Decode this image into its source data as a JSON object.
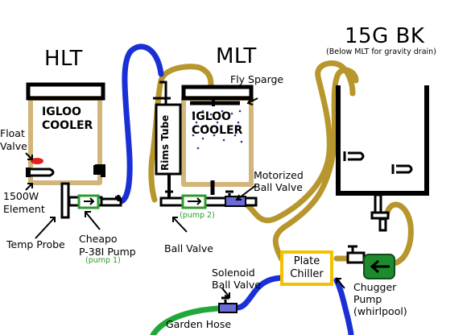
{
  "vessels": {
    "hlt": {
      "title": "HLT",
      "cooler_label": "IGLOO\nCOOLER"
    },
    "mlt": {
      "title": "MLT",
      "cooler_label": "IGLOO\nCOOLER"
    },
    "bk": {
      "title": "15G BK",
      "subtitle": "(Below MLT for gravity drain)"
    }
  },
  "components": {
    "float_valve": "Float\nValve",
    "element": "1500W\nElement",
    "temp_probe": "Temp Probe",
    "cheapo_pump": "Cheapo\nP-38I Pump",
    "pump1": "(pump 1)",
    "pump2": "(pump 2)",
    "ball_valve": "Ball Valve",
    "rims_tube": "Rims Tube",
    "fly_sparge": "Fly Sparge",
    "motorized_valve": "Motorized\nBall Valve",
    "plate_chiller": "Plate\nChiller",
    "solenoid_valve": "Solenoid\nBall Valve",
    "garden_hose": "Garden Hose",
    "chugger_pump": "Chugger\nPump\n(whirlpool)"
  },
  "colors": {
    "cold_water": "#1a2fd6",
    "wort": "#b8962e",
    "hose": "#22a83a",
    "pump_green": "#2f9a2f",
    "chiller_yellow": "#f2c200",
    "valve_blue": "#6a6ad8",
    "float_red": "#e0211b"
  }
}
